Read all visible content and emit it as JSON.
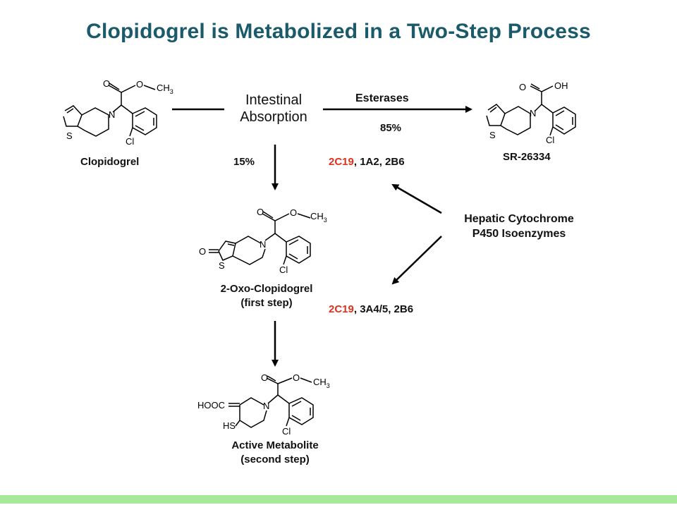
{
  "title": "Clopidogrel is Metabolized in a Two-Step Process",
  "labels": {
    "clopidogrel": "Clopidogrel",
    "sr": "SR-26334",
    "oxo_line1": "2-Oxo-Clopidogrel",
    "oxo_line2": "(first step)",
    "active_line1": "Active Metabolite",
    "active_line2": "(second step)",
    "intestinal_line1": "Intestinal",
    "intestinal_line2": "Absorption",
    "esterases": "Esterases",
    "pct85": "85%",
    "pct15": "15%",
    "hepatic_line1": "Hepatic Cytochrome",
    "hepatic_line2": "P450 Isoenzymes"
  },
  "enzymes1": {
    "highlight": "2C19",
    "rest": ", 1A2, 2B6"
  },
  "enzymes2": {
    "highlight": "2C19",
    "rest": ", 3A4/5, 2B6"
  },
  "atoms": {
    "o": "O",
    "ch3": "CH",
    "ch3_sub": "3",
    "n": "N",
    "s": "S",
    "cl": "Cl",
    "oh": "OH",
    "hooc": "HOOC",
    "hs": "HS"
  },
  "colors": {
    "title": "#1a5a6a",
    "highlight": "#e0301e",
    "bar": "#a8e89a"
  }
}
